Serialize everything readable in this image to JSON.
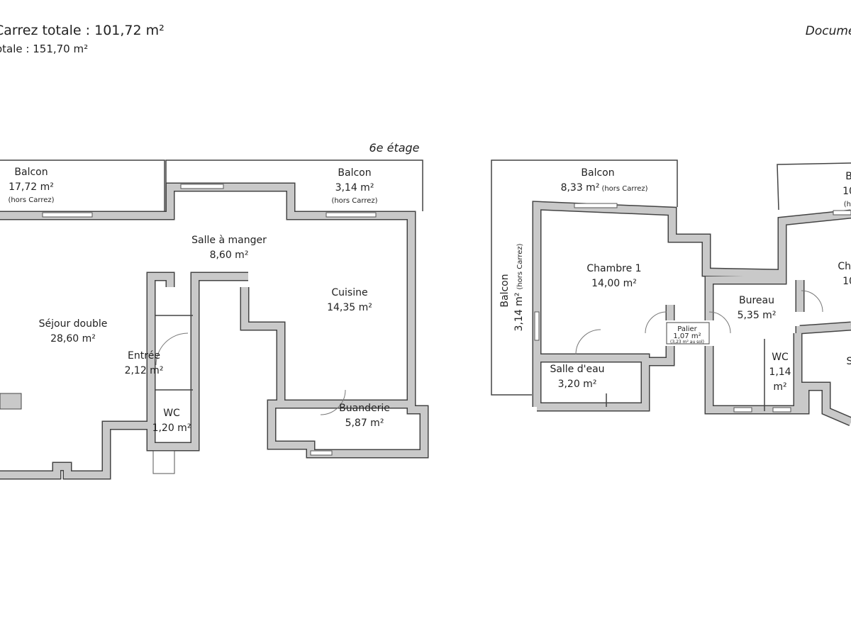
{
  "header": {
    "carrez_total": "Carrez totale :  101,72 m²",
    "surface_total": "otale :  151,70 m²",
    "document_note": "Document n"
  },
  "floor_left": {
    "level": "6e étage",
    "rooms": [
      {
        "name": "Balcon",
        "area": "17,72 m²",
        "note": "(hors Carrez)"
      },
      {
        "name": "Balcon",
        "area": "3,14 m²",
        "note": "(hors Carrez)"
      },
      {
        "name": "Salle à manger",
        "area": "8,60 m²"
      },
      {
        "name": "Cuisine",
        "area": "14,35 m²"
      },
      {
        "name": "Séjour double",
        "area": "28,60 m²"
      },
      {
        "name": "Entrée",
        "area": "2,12 m²"
      },
      {
        "name": "WC",
        "area": "1,20 m²"
      },
      {
        "name": "Buanderie",
        "area": "5,87 m²"
      }
    ]
  },
  "floor_right": {
    "rooms": [
      {
        "name": "Balcon",
        "area": "8,33 m²",
        "note": "(hors Carrez)"
      },
      {
        "name": "Balcon",
        "area": "3,14 m²",
        "note": "(hors Carrez)"
      },
      {
        "name": "Chambre 1",
        "area": "14,00 m²"
      },
      {
        "name": "Palier",
        "area": "1,07 m²",
        "note": "(3,23 m² au sol)"
      },
      {
        "name": "Bureau",
        "area": "5,35 m²"
      },
      {
        "name": "Salle d'eau",
        "area": "3,20 m²"
      },
      {
        "name": "WC",
        "area": "1,14",
        "unit": "m²"
      },
      {
        "name": "B",
        "area": "10",
        "note": "(hor"
      },
      {
        "name": "Cha",
        "area": "10"
      },
      {
        "name": "S"
      }
    ]
  },
  "colors": {
    "wall_fill": "#c9c9c9",
    "wall_outline": "#444444"
  }
}
